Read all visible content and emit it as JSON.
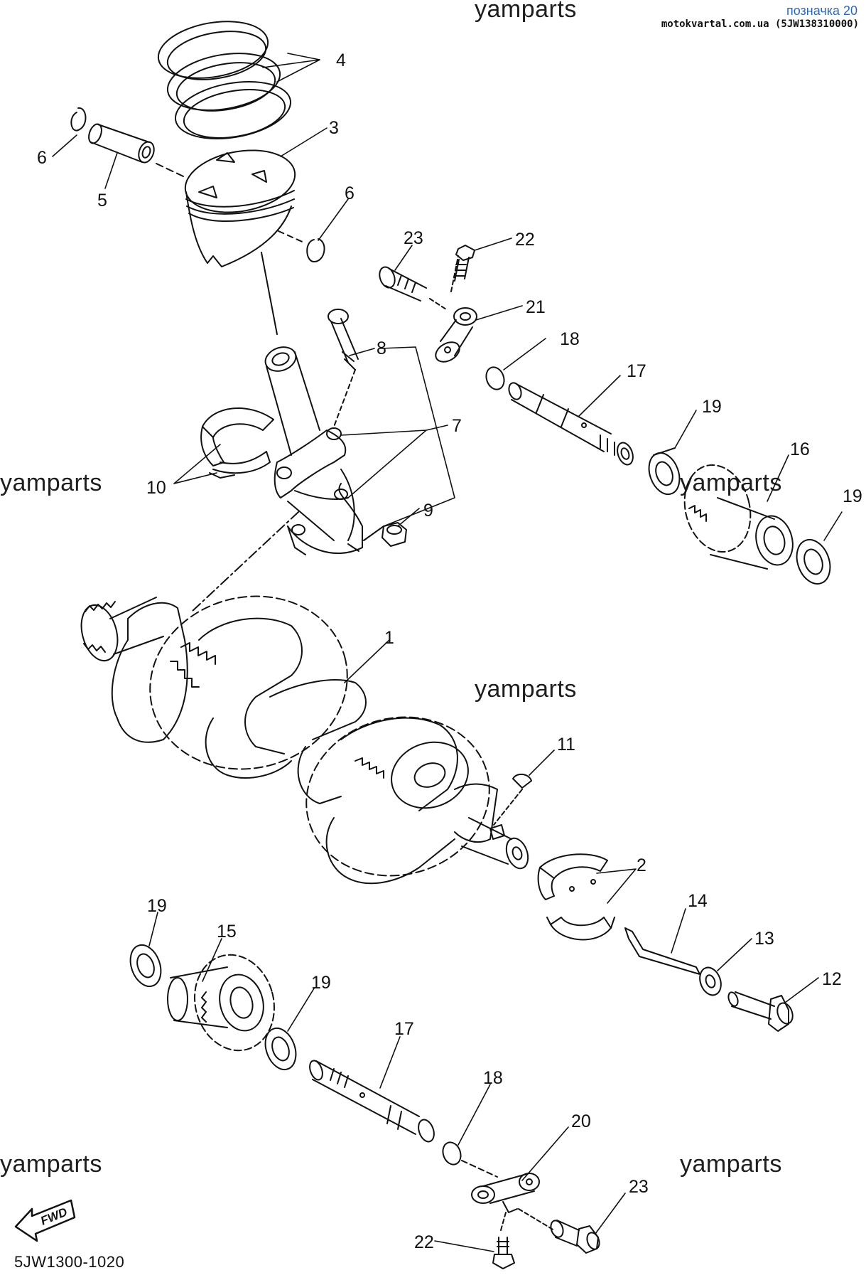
{
  "header": {
    "link_text": "позначка 20",
    "site_text": "motokvartal.com.ua (5JW138310000)"
  },
  "watermark": "yamparts",
  "diagram_code": "5JW1300-1020",
  "fwd_label": "FWD",
  "callouts": [
    "1",
    "2",
    "3",
    "4",
    "5",
    "6",
    "6",
    "7",
    "8",
    "9",
    "10",
    "11",
    "12",
    "13",
    "14",
    "15",
    "16",
    "17",
    "17",
    "18",
    "18",
    "19",
    "19",
    "19",
    "19",
    "20",
    "21",
    "22",
    "22",
    "23",
    "23"
  ]
}
